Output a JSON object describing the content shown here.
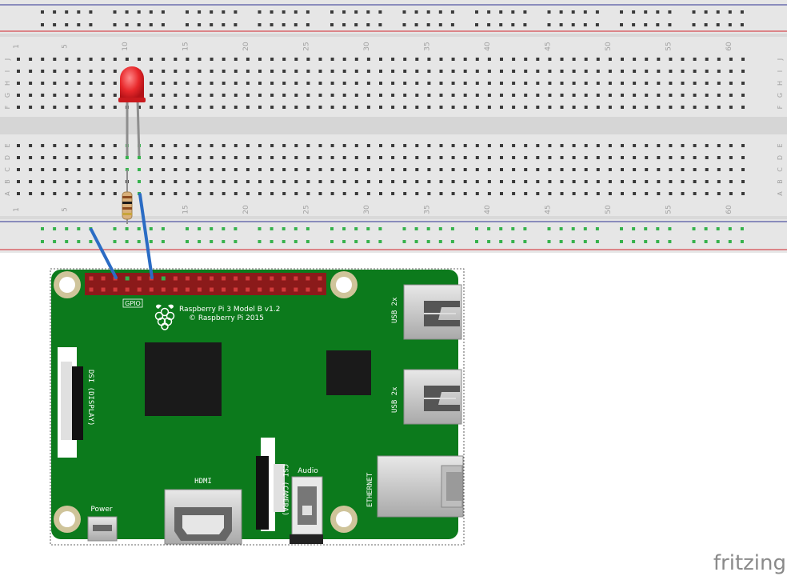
{
  "breadboard": {
    "column_numbers": [
      "1",
      "5",
      "10",
      "15",
      "20",
      "25",
      "30",
      "35",
      "40",
      "45",
      "50",
      "55",
      "60"
    ],
    "row_letters_top": [
      "J",
      "I",
      "H",
      "G",
      "F"
    ],
    "row_letters_bottom": [
      "E",
      "D",
      "C",
      "B",
      "A"
    ]
  },
  "board": {
    "title_line1": "Raspberry Pi 3 Model B v1.2",
    "title_line2": "© Raspberry Pi 2015",
    "gpio_label": "GPIO",
    "usb_label_1": "USB 2x",
    "usb_label_2": "USB 2x",
    "ethernet_label": "ETHERNET",
    "hdmi_label": "HDMI",
    "audio_label": "Audio",
    "power_label": "Power",
    "dsi_label": "DSI (DISPLAY)",
    "csi_label": "CSI (CAMERA)"
  },
  "branding": {
    "logo_text": "fritzing"
  },
  "colors": {
    "breadboard": "#e6e6e6",
    "rail_red": "#d2232a",
    "rail_blue": "#2e3192",
    "pcb_green": "#0c7a1c",
    "wire_blue": "#2b6cc4",
    "led_red": "#e8282b",
    "header_pin": "#8b1a1a",
    "connected_pin": "#37b24d"
  }
}
